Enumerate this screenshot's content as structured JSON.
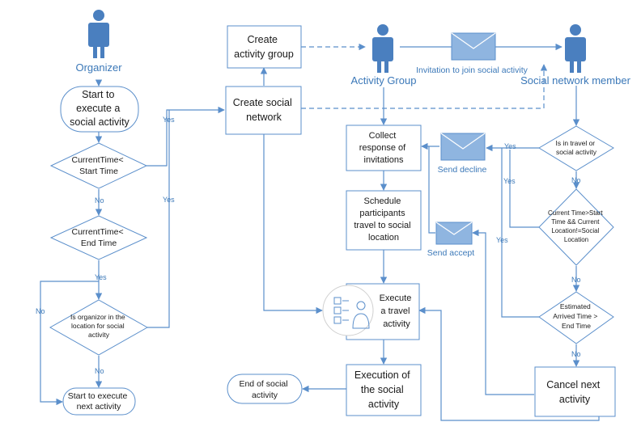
{
  "actors": {
    "organizer": "Organizer",
    "activity_group": "Activity Group",
    "member": "Social network member"
  },
  "envelopes": {
    "invitation": "Invitation to join social activity",
    "decline": "Send decline",
    "accept": "Send accept"
  },
  "left": {
    "start": [
      "Start to",
      "execute a",
      "social activity"
    ],
    "d1": [
      "CurrentTime<",
      "Start Time"
    ],
    "d2": [
      "CurrentTime<",
      "End Time"
    ],
    "d3": [
      "Is organizor in the",
      "location for social",
      "activity"
    ],
    "next": [
      "Start to execute",
      "next activity"
    ]
  },
  "middle": {
    "create_group": [
      "Create",
      "activity group"
    ],
    "create_network": [
      "Create social",
      "network"
    ],
    "collect": [
      "Collect",
      "response of",
      "invitations"
    ],
    "schedule": [
      "Schedule",
      "participants",
      "travel to social",
      "location"
    ],
    "travel": [
      "Execute",
      "a travel",
      "activity"
    ],
    "execution": [
      "Execution of",
      "the social",
      "activity"
    ],
    "end": [
      "End of social",
      "activity"
    ]
  },
  "right": {
    "r1": [
      "Is in travel or",
      "social activity"
    ],
    "r2": [
      "Current Time>Start",
      "Time && Current",
      "Location!=Social",
      "Location"
    ],
    "r3": [
      "Estimated",
      "Arrived Time >",
      "End Time"
    ],
    "cancel": [
      "Cancel next",
      "activity"
    ]
  },
  "edge_labels": {
    "yes": "Yes",
    "no": "No"
  },
  "colors": {
    "stroke": "#5b8fcb",
    "person": "#4a7fbf",
    "envelope": "#8fb5e0",
    "label_blue": "#3b78b8"
  }
}
